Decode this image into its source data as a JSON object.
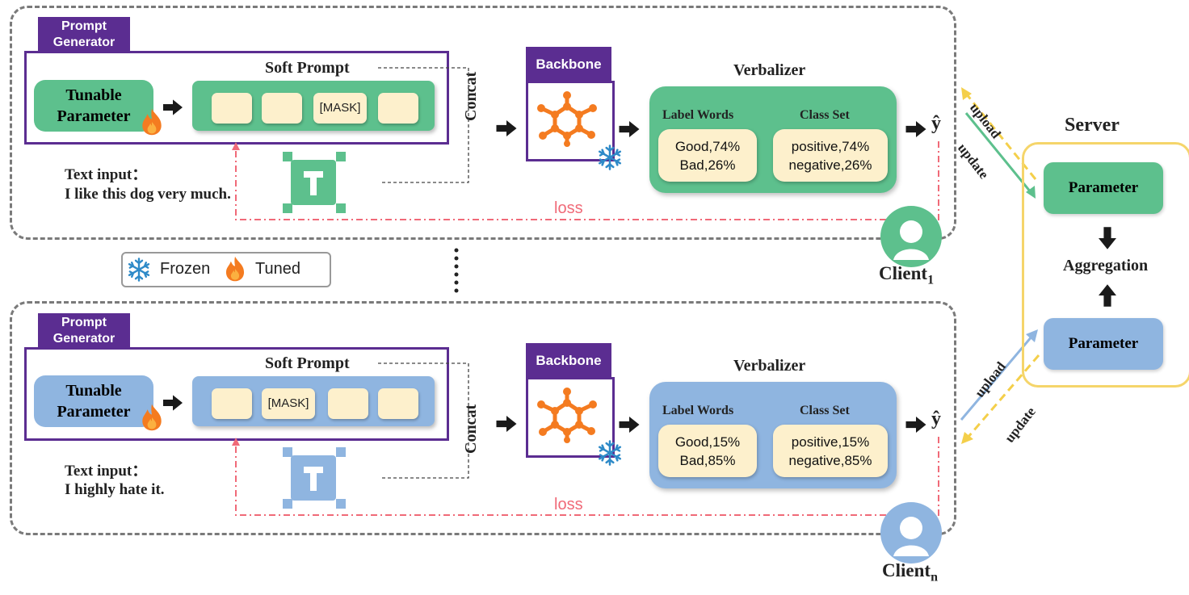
{
  "colors": {
    "purple": "#5b2d91",
    "green": "#5dc08d",
    "blue": "#8fb5e0",
    "cream": "#fdf0cc",
    "orange": "#f47b20",
    "loss": "#f06a78",
    "server_border": "#f5d56a",
    "upload_dashed": "#f4cf4a"
  },
  "legend": {
    "frozen": "Frozen",
    "tuned": "Tuned"
  },
  "server": {
    "title": "Server",
    "parameter_top": "Parameter",
    "aggregation": "Aggregation",
    "parameter_bottom": "Parameter"
  },
  "clients": [
    {
      "name": "Client",
      "subscript": "1",
      "tag": "Prompt Generator",
      "tunable": "Tunable Parameter",
      "soft_prompt": "Soft Prompt",
      "slots": [
        "",
        "",
        "[MASK]",
        ""
      ],
      "text_input_label": "Text input：",
      "text_input": "I like this dog very much.",
      "concat": "Concat",
      "backbone": "Backbone",
      "verbalizer": "Verbalizer",
      "label_words_title": "Label Words",
      "label_words": [
        "Good,74%",
        "Bad,26%"
      ],
      "class_set_title": "Class Set",
      "class_set": [
        "positive,74%",
        "negative,26%"
      ],
      "output": "ŷ",
      "loss": "loss",
      "arrow_out": "upload",
      "arrow_in": "update"
    },
    {
      "name": "Client",
      "subscript": "n",
      "tag": "Prompt Generator",
      "tunable": "Tunable Parameter",
      "soft_prompt": "Soft Prompt",
      "slots": [
        "",
        "[MASK]",
        "",
        ""
      ],
      "text_input_label": "Text input：",
      "text_input": "I highly hate it.",
      "concat": "Concat",
      "backbone": "Backbone",
      "verbalizer": "Verbalizer",
      "label_words_title": "Label Words",
      "label_words": [
        "Good,15%",
        "Bad,85%"
      ],
      "class_set_title": "Class Set",
      "class_set": [
        "positive,15%",
        "negative,85%"
      ],
      "output": "ŷ",
      "loss": "loss",
      "arrow_out": "upload",
      "arrow_in": "update"
    }
  ]
}
